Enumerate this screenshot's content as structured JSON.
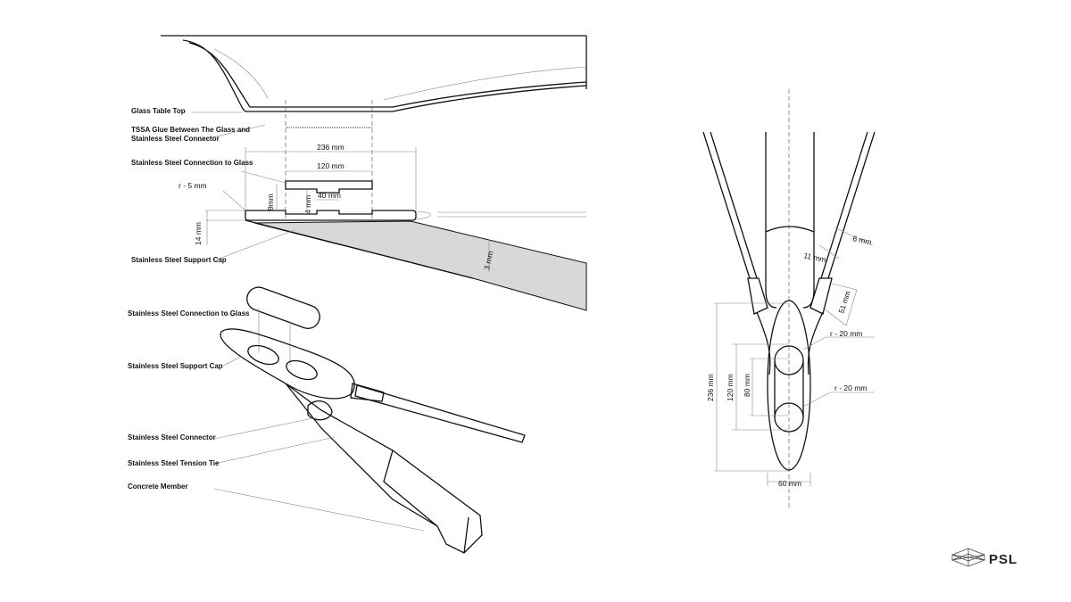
{
  "section": {
    "labels": {
      "glass_top": "Glass Table Top",
      "tssa_line1": "TSSA Glue Between The Glass and",
      "tssa_line2": "Stainless Steel Connector",
      "connection": "Stainless Steel Connection to Glass",
      "radius": "r - 5 mm",
      "support_cap": "Stainless Steel Support Cap"
    },
    "dims": {
      "w236": "236 mm",
      "w120": "120 mm",
      "w40": "40 mm",
      "h9": "9mm",
      "h4": "4 mm",
      "h14": "14 mm",
      "t3": "3 mm"
    }
  },
  "isometric": {
    "labels": {
      "connection": "Stainless Steel Connection to Glass",
      "support_cap": "Stainless Steel Support Cap",
      "connector": "Stainless Steel Connector",
      "tension_tie": "Stainless Steel Tension Tie",
      "concrete": "Concrete Member"
    }
  },
  "plan": {
    "dims": {
      "d6": "6 mm",
      "d11": "11 mm",
      "d51": "51 mm",
      "r1": "r - 20 mm",
      "r2": "r - 20 mm",
      "h236": "236 mm",
      "h120": "120 mm",
      "h80": "80 mm",
      "w60": "60 mm"
    }
  },
  "logo": {
    "text": "PSL"
  }
}
